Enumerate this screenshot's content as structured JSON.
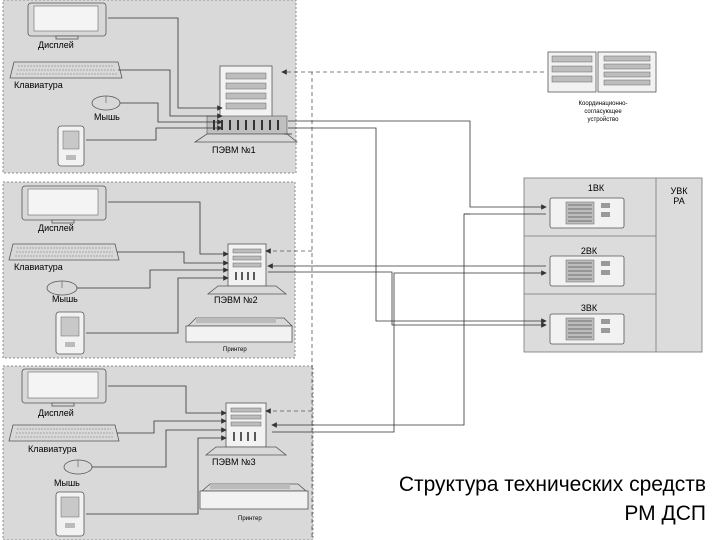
{
  "workstations": [
    {
      "name": "ПЭВМ №1",
      "devices": {
        "display": "Дисплей",
        "keyboard": "Клавиатура",
        "mouse": "Мышь"
      }
    },
    {
      "name": "ПЭВМ №2",
      "devices": {
        "display": "Дисплей",
        "keyboard": "Клавиатура",
        "mouse": "Мышь",
        "printer": "Принтер"
      }
    },
    {
      "name": "ПЭВМ №3",
      "devices": {
        "display": "Дисплей",
        "keyboard": "Клавиатура",
        "mouse": "Мышь",
        "printer": "Принтер"
      }
    }
  ],
  "coordinator": {
    "label_lines": [
      "Координационно-",
      "согласующее",
      "устройство"
    ]
  },
  "uvk": {
    "label_lines": [
      "УВК",
      "РА"
    ],
    "units": [
      "1ВК",
      "2ВК",
      "3ВК"
    ]
  },
  "caption": {
    "line1": "Структура технических средств",
    "line2": "РМ ДСП"
  }
}
